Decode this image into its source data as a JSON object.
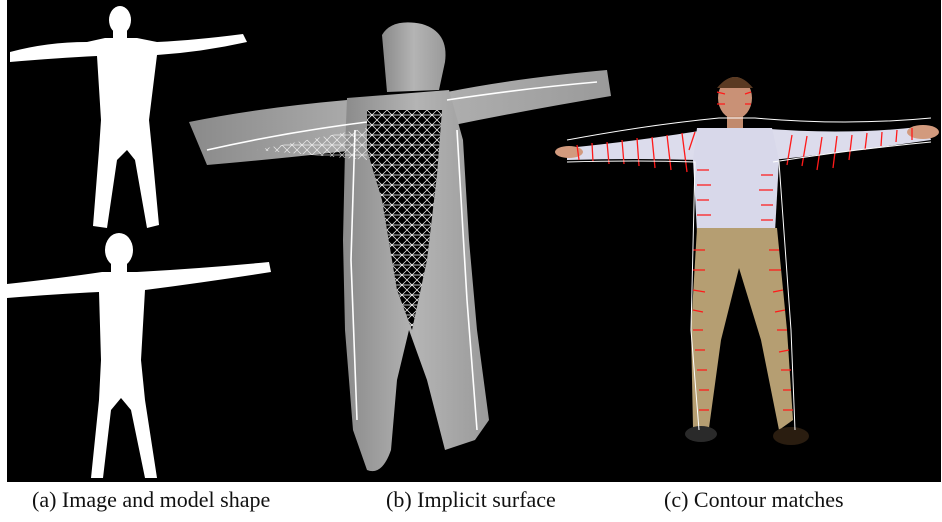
{
  "figure": {
    "background": "#000000",
    "panels": [
      {
        "id": "a",
        "caption": "(a) Image and model shape"
      },
      {
        "id": "b",
        "caption": "(b) Implicit surface"
      },
      {
        "id": "c",
        "caption": "(c) Contour matches"
      }
    ]
  }
}
